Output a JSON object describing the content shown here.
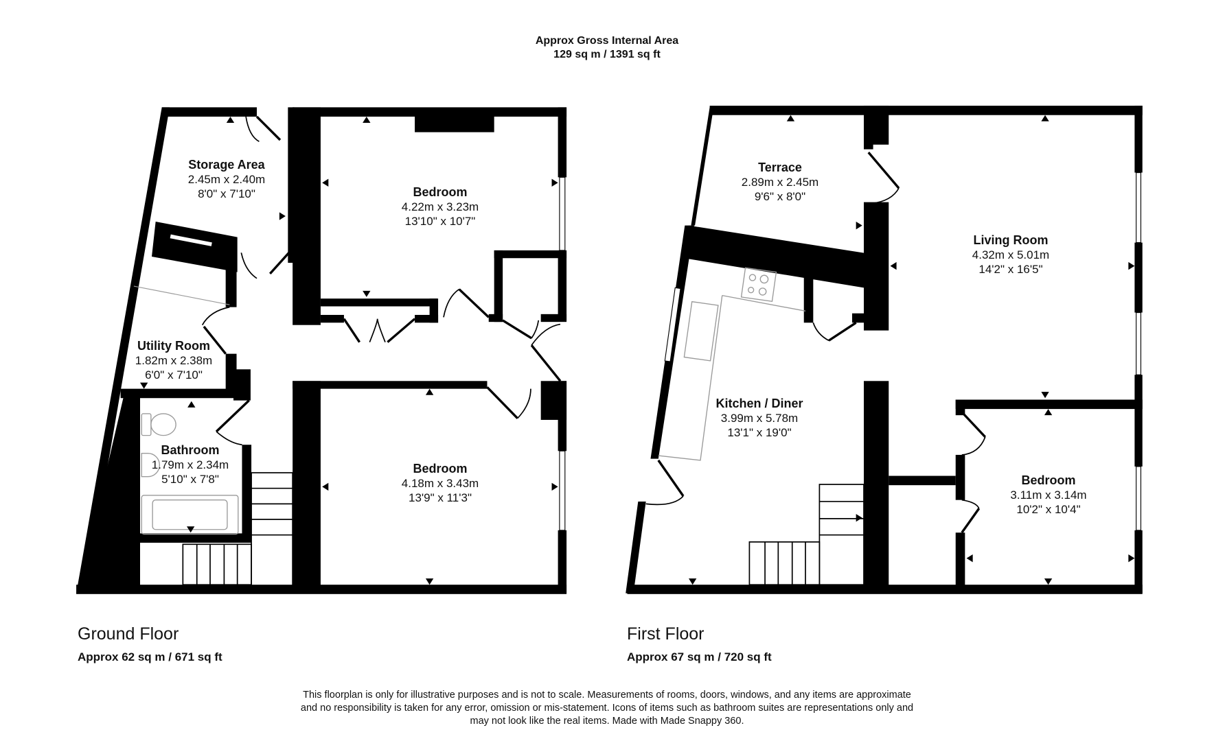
{
  "header": {
    "title": "Approx Gross Internal Area",
    "total_area": "129 sq m / 1391 sq ft"
  },
  "floors": [
    {
      "name": "Ground Floor",
      "area": "Approx 62 sq m / 671 sq ft",
      "rooms": [
        {
          "name": "Storage Area",
          "metric": "2.45m x 2.40m",
          "imperial": "8'0\" x 7'10\""
        },
        {
          "name": "Bedroom",
          "metric": "4.22m x 3.23m",
          "imperial": "13'10\" x 10'7\""
        },
        {
          "name": "Utility Room",
          "metric": "1.82m x 2.38m",
          "imperial": "6'0\" x 7'10\""
        },
        {
          "name": "Bathroom",
          "metric": "1.79m x 2.34m",
          "imperial": "5'10\" x 7'8\""
        },
        {
          "name": "Bedroom",
          "metric": "4.18m x 3.43m",
          "imperial": "13'9\" x 11'3\""
        }
      ]
    },
    {
      "name": "First Floor",
      "area": "Approx 67 sq m / 720 sq ft",
      "rooms": [
        {
          "name": "Terrace",
          "metric": "2.89m x 2.45m",
          "imperial": "9'6\" x 8'0\""
        },
        {
          "name": "Living Room",
          "metric": "4.32m x 5.01m",
          "imperial": "14'2\" x 16'5\""
        },
        {
          "name": "Kitchen / Diner",
          "metric": "3.99m x 5.78m",
          "imperial": "13'1\" x 19'0\""
        },
        {
          "name": "Bedroom",
          "metric": "3.11m x 3.14m",
          "imperial": "10'2\" x 10'4\""
        }
      ]
    }
  ],
  "disclaimer": {
    "line1": "This floorplan is only for illustrative purposes and is not to scale. Measurements of rooms, doors, windows, and any items are approximate",
    "line2": "and no responsibility is taken for any error, omission or mis-statement. Icons of items such as bathroom suites are representations only and",
    "line3": "may not look like the real items. Made with Made Snappy 360."
  },
  "colors": {
    "wall": "#000000",
    "background": "#ffffff",
    "fixture": "#9a9a9a"
  }
}
